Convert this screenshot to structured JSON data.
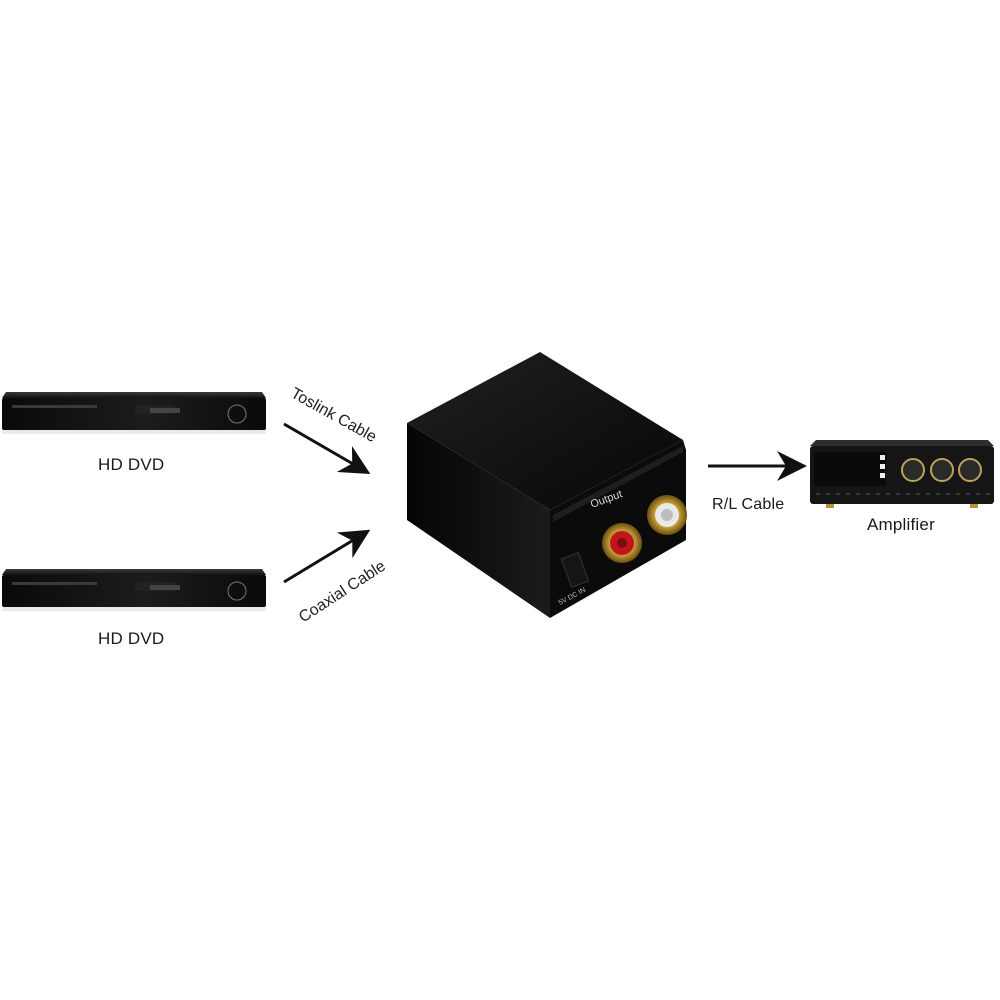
{
  "sources": [
    {
      "label": "HD DVD",
      "cable": "Toslink Cable"
    },
    {
      "label": "HD DVD",
      "cable": "Coaxial Cable"
    }
  ],
  "converter": {
    "port_label": "Output",
    "power_label": "5V DC IN"
  },
  "output": {
    "cable": "R/L Cable",
    "label": "Amplifier"
  },
  "colors": {
    "device_body": "#0d0d0d",
    "arrow": "#111111",
    "rca_red": "#c0161b",
    "rca_white": "#e8e8e8",
    "gold": "#c9a23a"
  }
}
